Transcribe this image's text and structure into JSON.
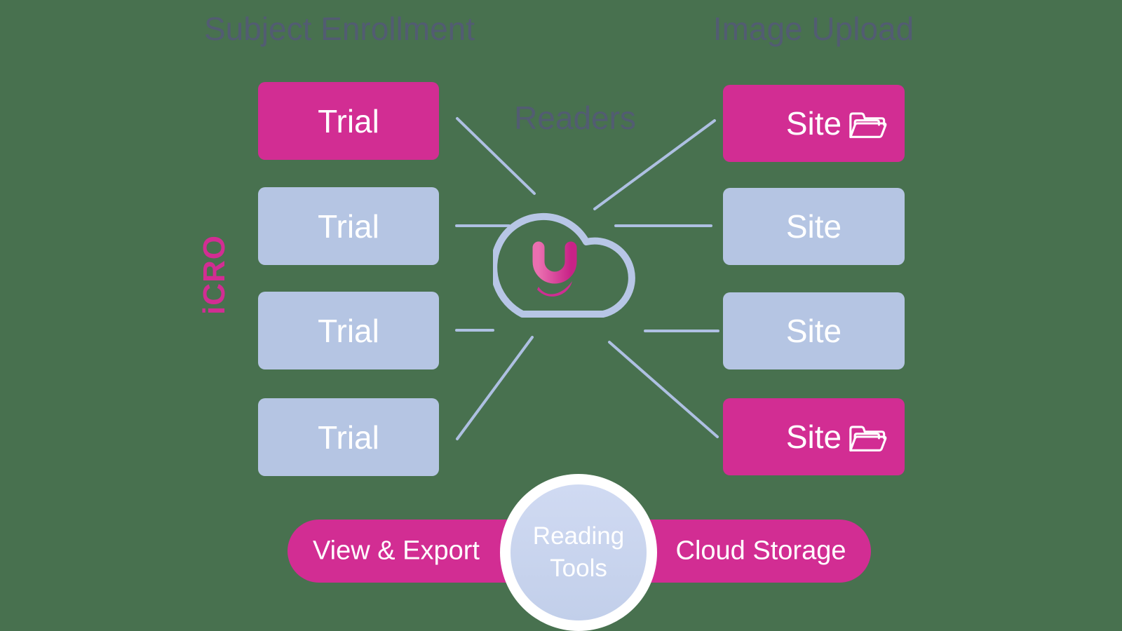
{
  "background_color": "#48714f",
  "colors": {
    "pink": "#d22d93",
    "light_blue": "#b5c5e3",
    "connector_line": "#aec0e2",
    "cloud_outline": "#b7c6e6",
    "header_text": "#525c72",
    "circle_fill": "#c9d4ee",
    "logo_gradient_start": "#ea6fb0",
    "logo_gradient_end": "#c82287"
  },
  "headers": {
    "subject_enrollment": "Subject Enrollment",
    "image_upload": "Image Upload",
    "readers": "Readers"
  },
  "side_label": "iCRO",
  "trial_boxes": [
    {
      "label": "Trial",
      "style": "pink"
    },
    {
      "label": "Trial",
      "style": "blue"
    },
    {
      "label": "Trial",
      "style": "blue"
    },
    {
      "label": "Trial",
      "style": "blue"
    }
  ],
  "site_boxes": [
    {
      "label": "Site",
      "style": "pink",
      "has_folder_icon": true
    },
    {
      "label": "Site",
      "style": "blue",
      "has_folder_icon": false
    },
    {
      "label": "Site",
      "style": "blue",
      "has_folder_icon": false
    },
    {
      "label": "Site",
      "style": "pink",
      "has_folder_icon": true
    }
  ],
  "center": {
    "logo": "u-cloud-logo"
  },
  "bottom": {
    "view_export": "View & Export",
    "cloud_storage": "Cloud Storage",
    "reading_tools_line1": "Reading",
    "reading_tools_line2": "Tools"
  }
}
